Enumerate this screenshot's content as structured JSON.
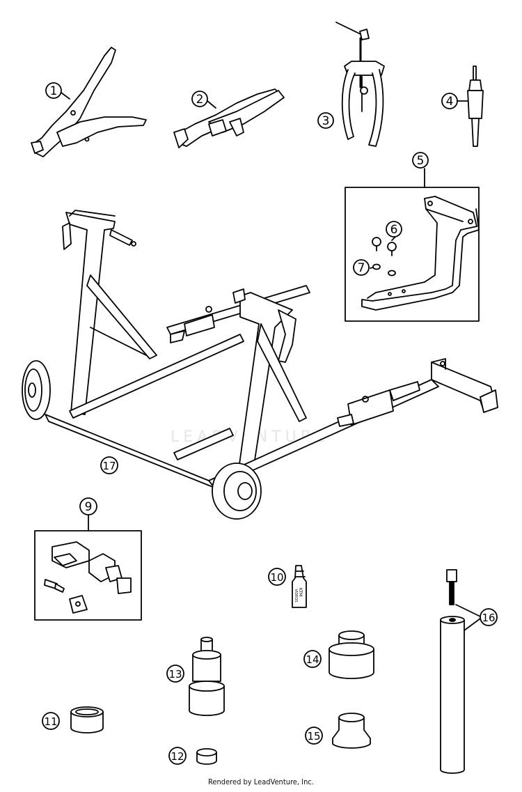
{
  "callouts": [
    "1",
    "2",
    "3",
    "4",
    "5",
    "6",
    "7",
    "9",
    "10",
    "11",
    "12",
    "13",
    "14",
    "15",
    "16",
    "17"
  ],
  "tool_label": "KTM",
  "tool_label_2": "VIDEOS",
  "watermark": "LEADVENTURE",
  "footer": "Rendered by LeadVenture, Inc."
}
